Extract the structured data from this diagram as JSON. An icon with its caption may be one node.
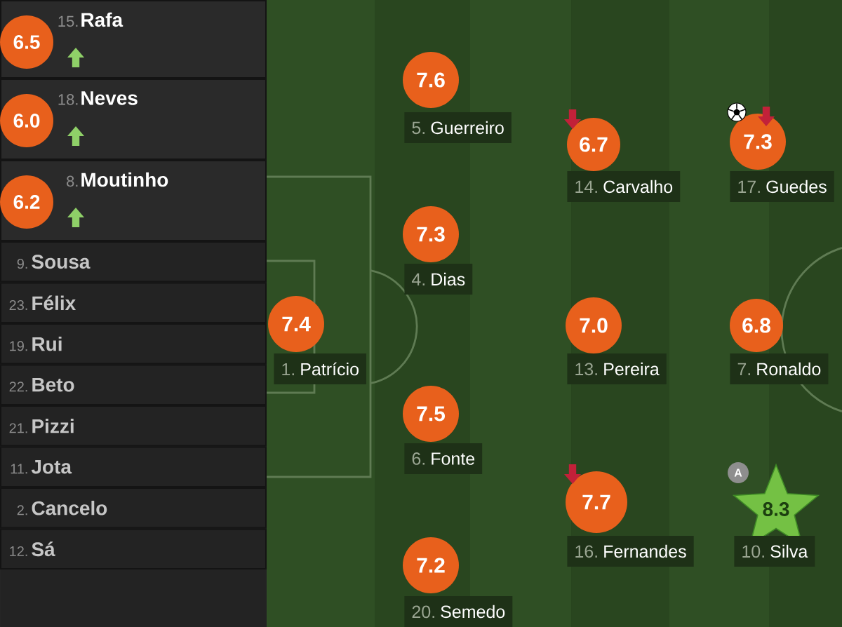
{
  "diagram": {
    "nodes": [
      {
        "text": [
          "15.",
          "Rafa"
        ]
      },
      {
        "text": [
          "6.5"
        ],
        "in": 0
      },
      {
        "text": [
          "18.",
          "Neves"
        ]
      },
      {
        "text": [
          "6.0"
        ],
        "in": 2
      },
      {
        "text": [
          "8.",
          "Moutinho"
        ]
      },
      {
        "text": [
          "6.2"
        ],
        "in": 4
      },
      {
        "text": [
          "9.",
          "Sousa"
        ]
      },
      {
        "text": [
          "23.",
          "Félix"
        ]
      },
      {
        "text": [
          "19.",
          "Rui"
        ]
      },
      {
        "text": [
          "22.",
          "Beto"
        ]
      },
      {
        "text": [
          "21.",
          "Pizzi"
        ]
      },
      {
        "text": [
          "11.",
          "Jota"
        ]
      },
      {
        "text": [
          "2.",
          "Cancelo"
        ]
      },
      {
        "text": [
          "12.",
          "Sá"
        ]
      },
      {
        "text": [
          "7.6",
          "5.",
          "Guerreiro"
        ]
      },
      {
        "text": [
          "6.7",
          "14.",
          "Carvalho"
        ]
      },
      {
        "text": [
          "7.3",
          "17.",
          "Guedes"
        ]
      },
      {
        "text": [
          "7.3",
          "4.",
          "Dias"
        ]
      },
      {
        "text": [
          "7.4",
          "1.",
          "Patrício"
        ]
      },
      {
        "text": [
          "7.0",
          "13.",
          "Pereira"
        ]
      },
      {
        "text": [
          "6.8",
          "7.",
          "Ronaldo"
        ]
      },
      {
        "text": [
          "7.5",
          "6.",
          "Fonte"
        ]
      },
      {
        "text": [
          "7.7",
          "16.",
          "Fernandes"
        ]
      },
      {
        "text": [
          "8.3",
          "10.",
          "Silva"
        ],
        "beside": [
          "A"
        ]
      },
      {
        "text": [
          "7.2",
          "20.",
          "Semedo"
        ]
      }
    ]
  }
}
